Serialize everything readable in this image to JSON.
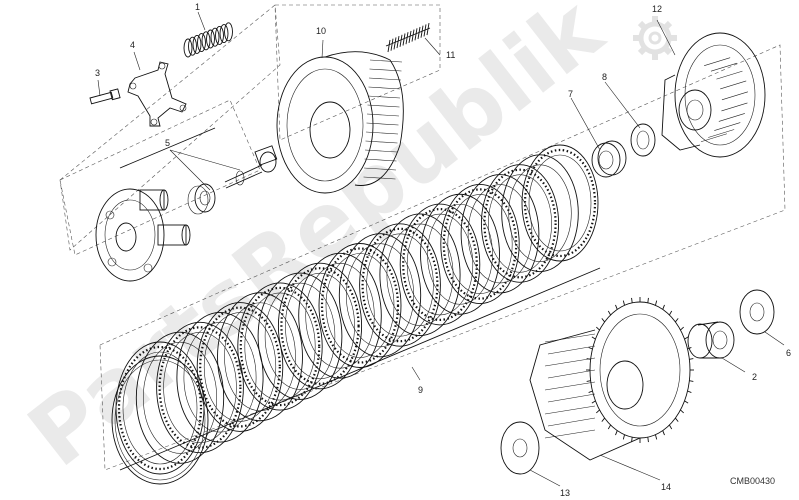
{
  "diagram": {
    "drawing_code": "CMB00430",
    "watermark_text": "PartsRepublik",
    "callouts": [
      {
        "id": "c1",
        "label": "1"
      },
      {
        "id": "c2",
        "label": "2"
      },
      {
        "id": "c3",
        "label": "3"
      },
      {
        "id": "c4",
        "label": "4"
      },
      {
        "id": "c5",
        "label": "5"
      },
      {
        "id": "c6",
        "label": "6"
      },
      {
        "id": "c7",
        "label": "7"
      },
      {
        "id": "c8",
        "label": "8"
      },
      {
        "id": "c9",
        "label": "9"
      },
      {
        "id": "c10",
        "label": "10"
      },
      {
        "id": "c11",
        "label": "11"
      },
      {
        "id": "c12",
        "label": "12"
      },
      {
        "id": "c13",
        "label": "13"
      },
      {
        "id": "c14",
        "label": "14"
      }
    ],
    "icons": [
      "gear-watermark-icon"
    ]
  }
}
